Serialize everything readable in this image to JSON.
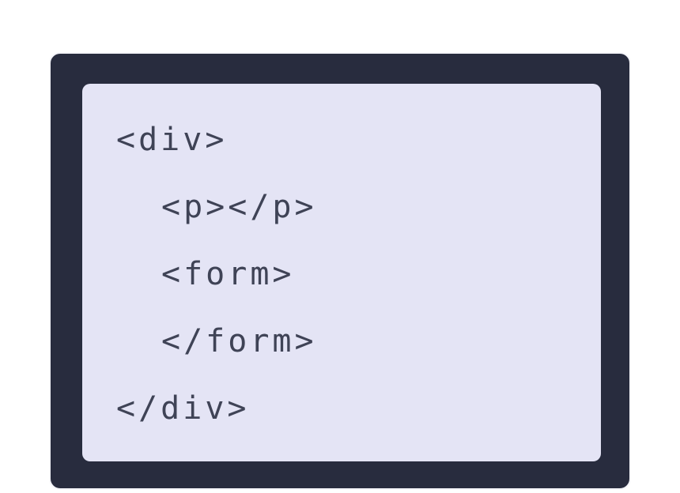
{
  "illustration": {
    "code_lines": [
      {
        "text": "<div>",
        "indent": 0
      },
      {
        "text": "<p></p>",
        "indent": 1
      },
      {
        "text": "<form>",
        "indent": 1
      },
      {
        "text": "</form>",
        "indent": 1
      },
      {
        "text": "</div>",
        "indent": 0
      }
    ]
  },
  "colors": {
    "background": "#ffffff",
    "frame": "#282c3e",
    "frame_border": "#f5f5fa",
    "panel": "#e4e4f5",
    "code_text": "#3f4356"
  }
}
